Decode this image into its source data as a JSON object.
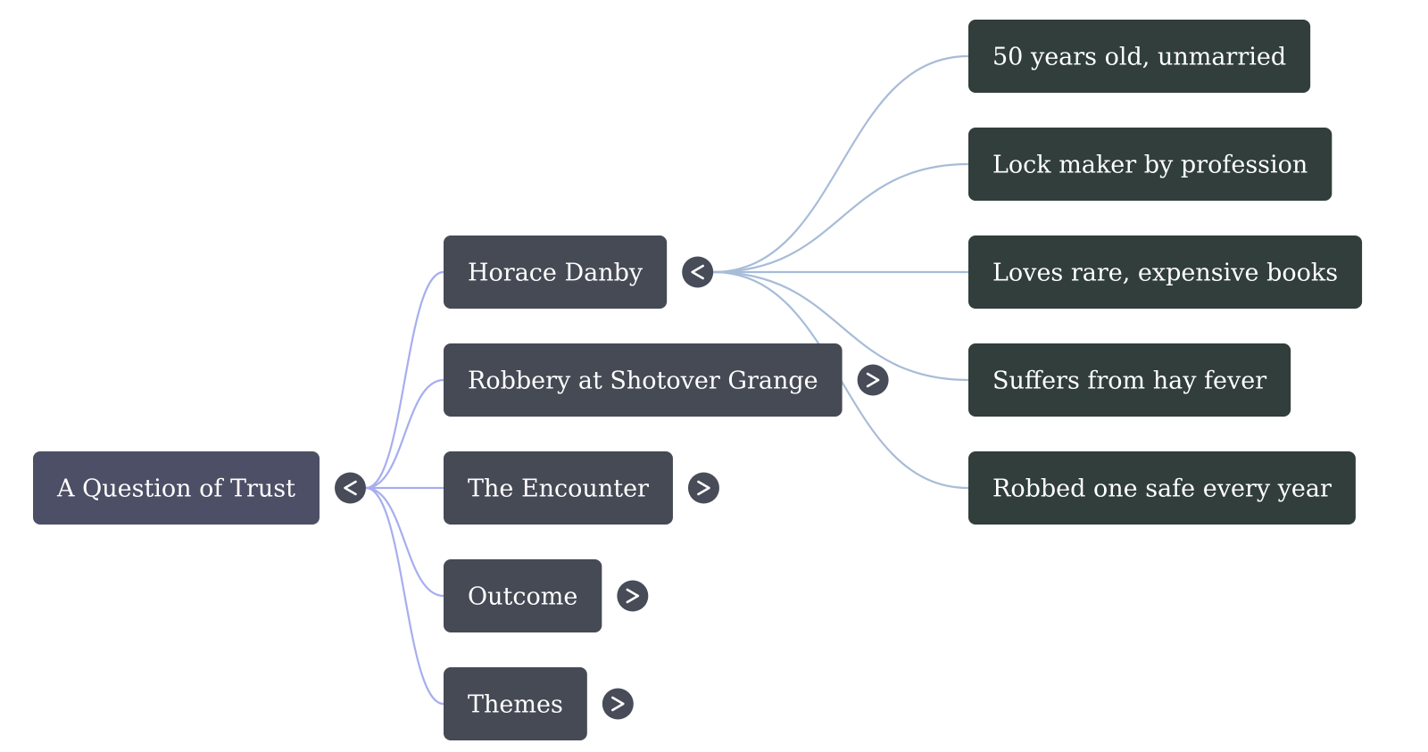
{
  "mindmap": {
    "root": {
      "label": "A Question of Trust",
      "expanded": true,
      "children": [
        {
          "label": "Horace Danby",
          "expanded": true,
          "children": [
            {
              "label": "50 years old, unmarried"
            },
            {
              "label": "Lock maker by profession"
            },
            {
              "label": "Loves rare, expensive books"
            },
            {
              "label": "Suffers from hay fever"
            },
            {
              "label": "Robbed one safe every year"
            }
          ]
        },
        {
          "label": "Robbery at Shotover Grange",
          "expanded": false
        },
        {
          "label": "The Encounter",
          "expanded": false
        },
        {
          "label": "Outcome",
          "expanded": false
        },
        {
          "label": "Themes",
          "expanded": false
        }
      ]
    },
    "colors": {
      "root_fill": "#4d4f66",
      "branch_fill": "#454a55",
      "leaf_fill": "#313e3b",
      "root_link": "#a7aeee",
      "branch_link": "#a7bcd8",
      "toggle_fill": "#474c58",
      "text": "#ffffff"
    }
  }
}
